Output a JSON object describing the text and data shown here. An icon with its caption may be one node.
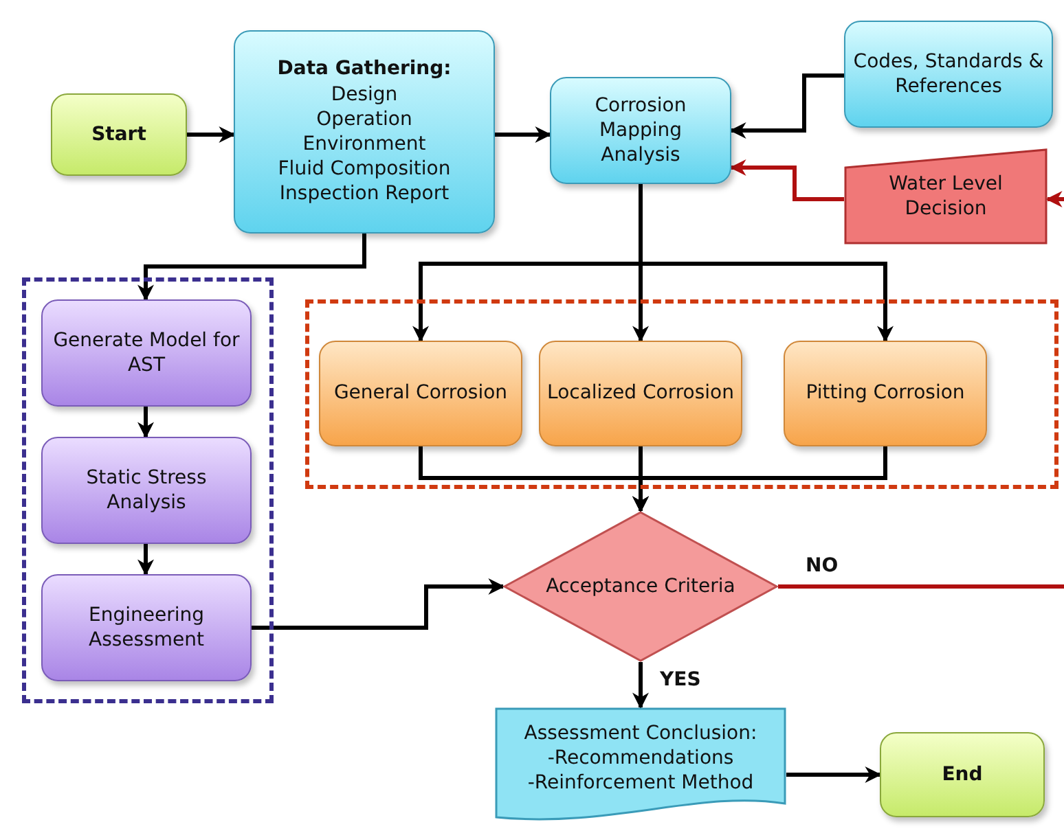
{
  "diagram": {
    "nodes": [
      {
        "text": [
          "Start"
        ]
      },
      {
        "text": [
          "Data Gathering:",
          "Design",
          "Operation",
          "Environment",
          "Fluid Composition",
          "Inspection Report"
        ]
      },
      {
        "text": [
          "Corrosion Mapping Analysis"
        ]
      },
      {
        "text": [
          "Codes, Standards & References"
        ]
      },
      {
        "text": [
          "Water Level Decision"
        ]
      },
      {
        "text": [],
        "shape": "box"
      },
      {
        "text": [
          "Generate Model for AST"
        ],
        "in": 5
      },
      {
        "text": [
          "Static Stress Analysis"
        ],
        "in": 5
      },
      {
        "text": [
          "Engineering Assessment"
        ],
        "in": 5
      },
      {
        "text": [],
        "shape": "box"
      },
      {
        "text": [
          "General Corrosion"
        ],
        "in": 9
      },
      {
        "text": [
          "Localized Corrosion"
        ],
        "in": 9
      },
      {
        "text": [
          "Pitting Corrosion"
        ],
        "in": 9
      },
      {
        "text": [
          "Acceptance Criteria"
        ]
      },
      {
        "text": [
          "Assessment Conclusion:",
          "-Recommendations",
          "-Reinforcement Method"
        ]
      },
      {
        "text": [
          "End"
        ]
      }
    ],
    "edges": [
      {
        "from": 0,
        "to": 1,
        "arrow": "to"
      },
      {
        "from": 1,
        "to": 2,
        "arrow": "to"
      },
      {
        "from": 3,
        "to": 2,
        "arrow": "to"
      },
      {
        "from": null,
        "to": 4,
        "arrow": "to",
        "color": "#b01010"
      },
      {
        "from": 4,
        "to": 2,
        "arrow": "to",
        "color": "#b01010"
      },
      {
        "from": 1,
        "to": 6,
        "arrow": "to"
      },
      {
        "from": 2,
        "to": 10,
        "arrow": "to"
      },
      {
        "from": 2,
        "to": 11,
        "arrow": "to"
      },
      {
        "from": 2,
        "to": 12,
        "arrow": "to"
      },
      {
        "from": 10,
        "to": 13,
        "arrow": "to"
      },
      {
        "from": 11,
        "to": 13,
        "arrow": "to"
      },
      {
        "from": 12,
        "to": 13,
        "arrow": "to"
      },
      {
        "from": 6,
        "to": 7,
        "arrow": "to"
      },
      {
        "from": 7,
        "to": 8,
        "arrow": "to"
      },
      {
        "from": 8,
        "to": 13,
        "arrow": "to"
      },
      {
        "from": 13,
        "to": 14,
        "arrow": "to",
        "label": "YES"
      },
      {
        "from": 13,
        "to": null,
        "arrow": "none",
        "label": "NO",
        "color": "#b01010"
      },
      {
        "from": 14,
        "to": 15,
        "arrow": "to"
      }
    ]
  }
}
